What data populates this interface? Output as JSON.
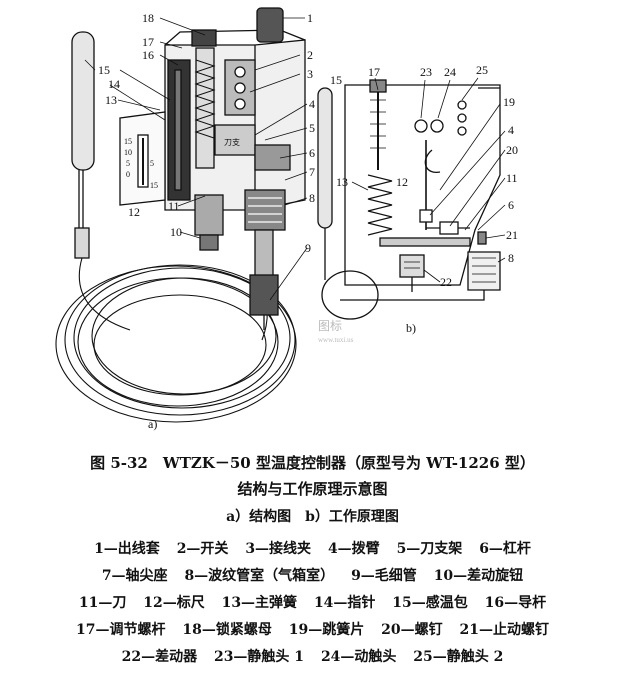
{
  "figure": {
    "panel_a": "a)",
    "panel_b": "b)",
    "watermark": "图标",
    "watermark_url": "www.tuxi.us",
    "labels_a": [
      "1",
      "2",
      "3",
      "4",
      "5",
      "6",
      "7",
      "8",
      "9",
      "10",
      "11",
      "12",
      "13",
      "14",
      "15",
      "16",
      "17",
      "18"
    ],
    "labels_b": [
      "17",
      "23",
      "24",
      "25",
      "19",
      "4",
      "20",
      "11",
      "6",
      "21",
      "8",
      "22",
      "13",
      "12",
      "15"
    ],
    "scale_numbers": [
      "15",
      "10",
      "5",
      "0",
      "5",
      "15"
    ],
    "part_note": "刀支"
  },
  "caption": {
    "title_line1": "图 5-32　WTZK－50 型温度控制器（原型号为 WT-1226 型）",
    "title_line2": "结构与工作原理示意图",
    "subtitle": "a）结构图　b）工作原理图"
  },
  "legend": [
    [
      "1—出线套",
      "2—开关",
      "3—接线夹",
      "4—拨臂",
      "5—刀支架",
      "6—杠杆"
    ],
    [
      "7—轴尖座",
      "8—波纹管室（气箱室）",
      "9—毛细管",
      "10—差动旋钮"
    ],
    [
      "11—刀",
      "12—标尺",
      "13—主弹簧",
      "14—指针",
      "15—感温包",
      "16—导杆"
    ],
    [
      "17—调节螺杆",
      "18—锁紧螺母",
      "19—跳簧片",
      "20—螺钉",
      "21—止动螺钉"
    ],
    [
      "22—差动器",
      "23—静触头 1",
      "24—动触头",
      "25—静触头 2"
    ]
  ]
}
